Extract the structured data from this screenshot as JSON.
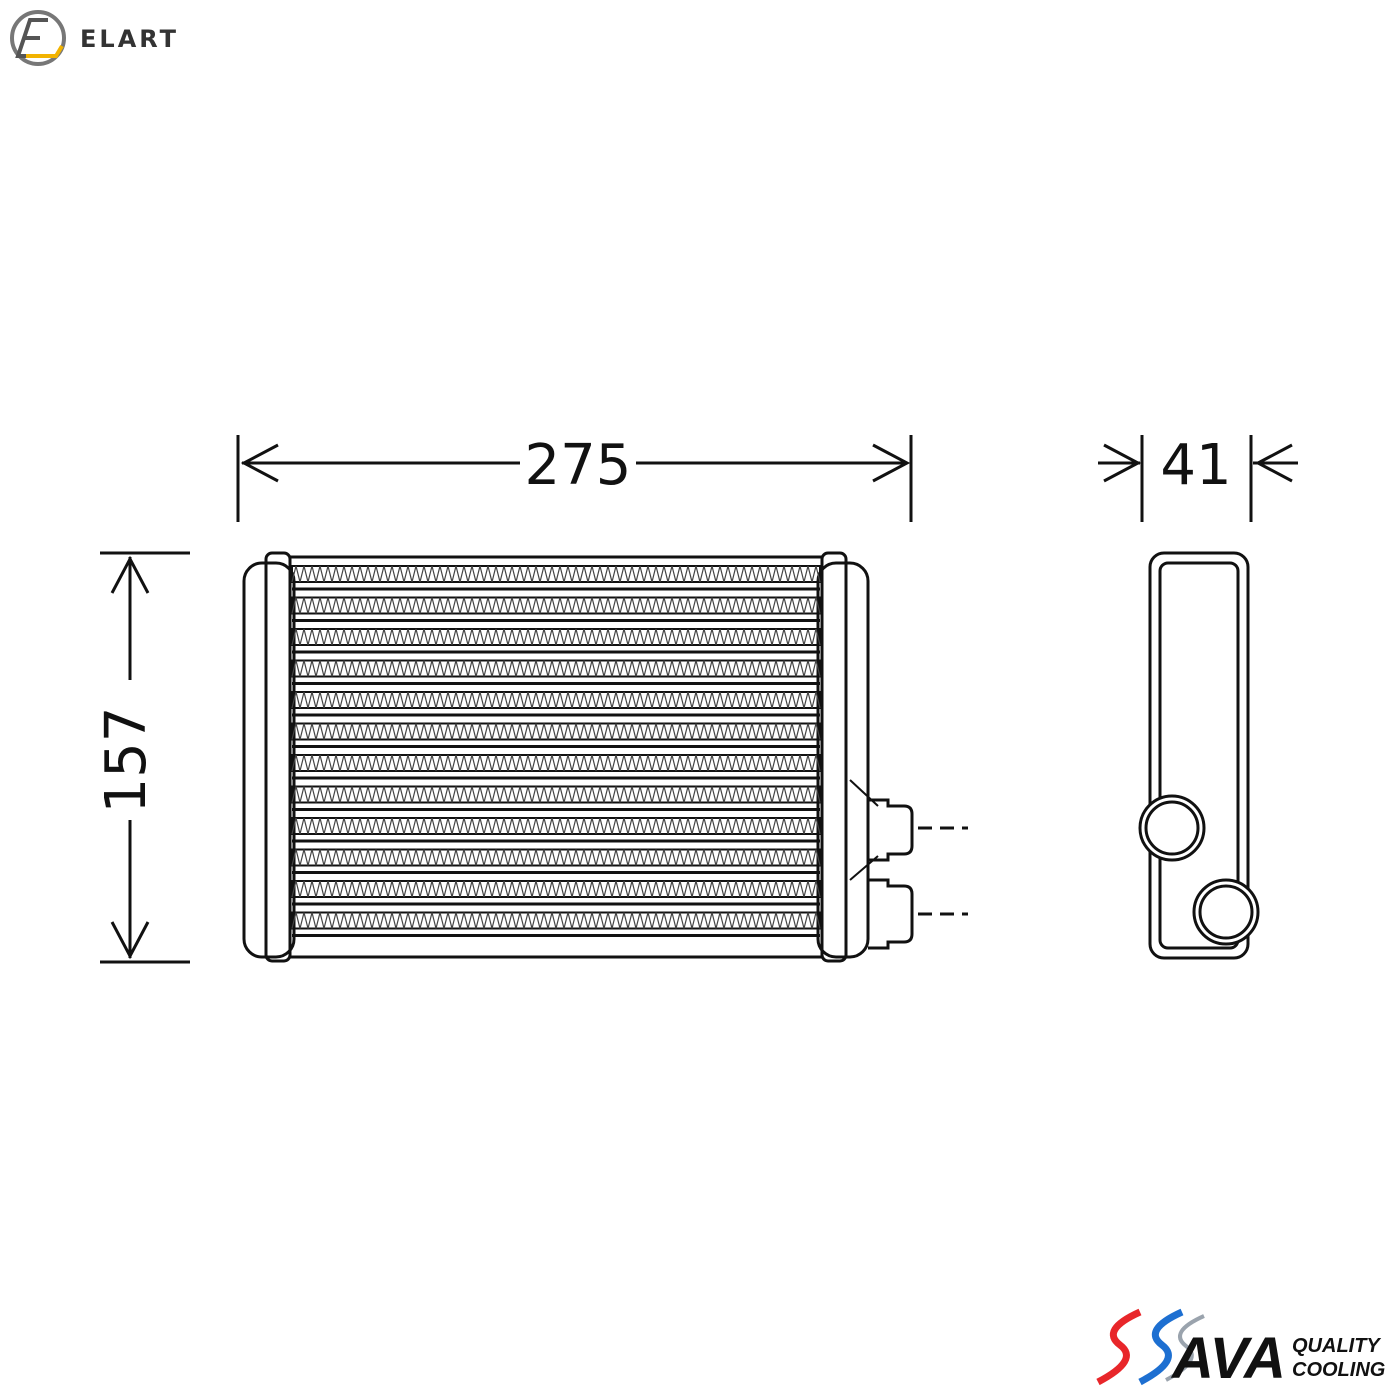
{
  "brand_top": {
    "name": "ELART",
    "logo_icon": "elart-circle-logo",
    "accent_color": "#f2b300"
  },
  "drawing": {
    "width_dimension": "275",
    "height_dimension": "157",
    "depth_dimension": "41",
    "line_color": "#111111"
  },
  "brand_bottom": {
    "name": "AVA",
    "tagline_line1": "QUALITY",
    "tagline_line2": "COOLING",
    "swoosh_colors": [
      "#e8262a",
      "#1d6fd1"
    ]
  }
}
